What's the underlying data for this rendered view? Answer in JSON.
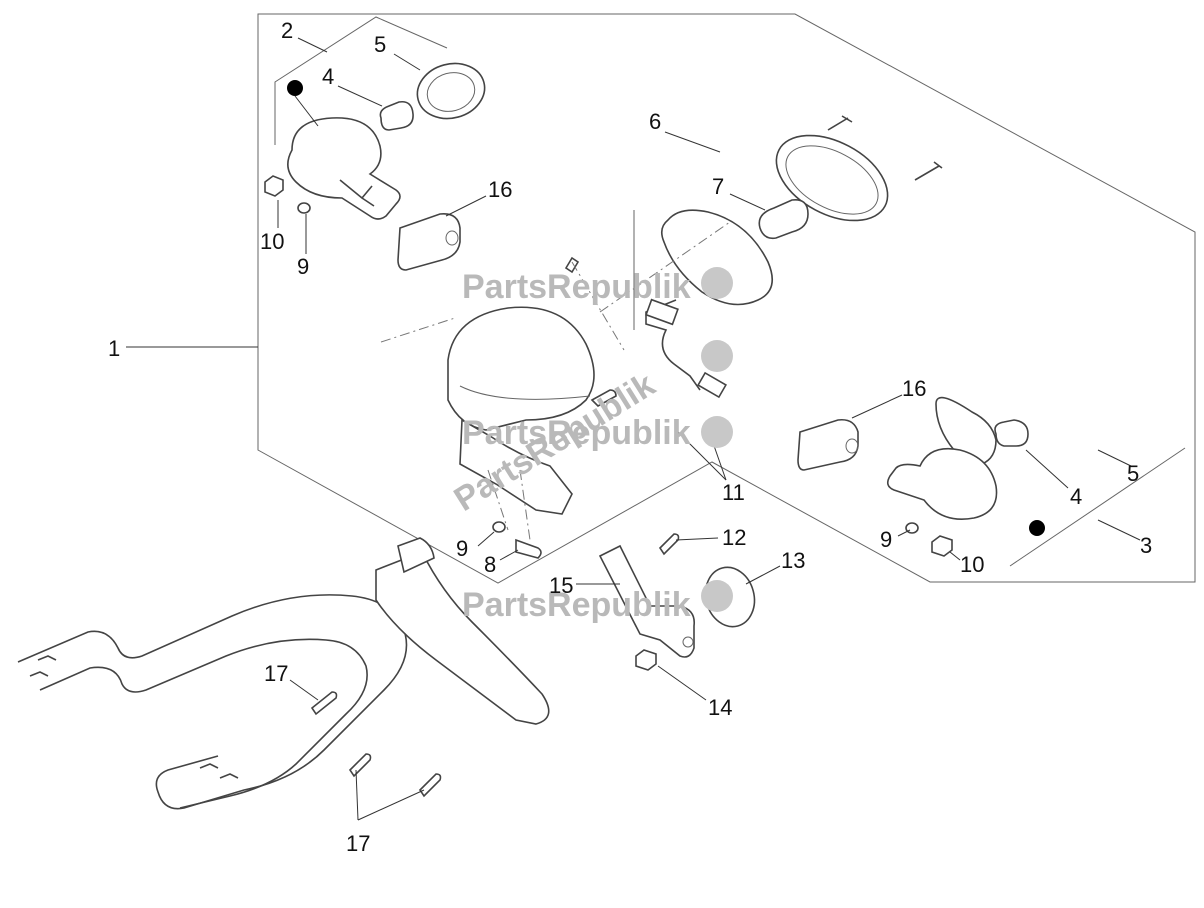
{
  "callouts": [
    {
      "id": "c1",
      "label": "1"
    },
    {
      "id": "c2",
      "label": "2"
    },
    {
      "id": "c3",
      "label": "3"
    },
    {
      "id": "c4a",
      "label": "4"
    },
    {
      "id": "c4b",
      "label": "4"
    },
    {
      "id": "c5a",
      "label": "5"
    },
    {
      "id": "c5b",
      "label": "5"
    },
    {
      "id": "c6",
      "label": "6"
    },
    {
      "id": "c7",
      "label": "7"
    },
    {
      "id": "c8",
      "label": "8"
    },
    {
      "id": "c9a",
      "label": "9"
    },
    {
      "id": "c9b",
      "label": "9"
    },
    {
      "id": "c9c",
      "label": "9"
    },
    {
      "id": "c10a",
      "label": "10"
    },
    {
      "id": "c10b",
      "label": "10"
    },
    {
      "id": "c11",
      "label": "11"
    },
    {
      "id": "c12",
      "label": "12"
    },
    {
      "id": "c13",
      "label": "13"
    },
    {
      "id": "c14",
      "label": "14"
    },
    {
      "id": "c15",
      "label": "15"
    },
    {
      "id": "c16a",
      "label": "16"
    },
    {
      "id": "c16b",
      "label": "16"
    },
    {
      "id": "c17a",
      "label": "17"
    },
    {
      "id": "c17b",
      "label": "17"
    }
  ],
  "watermark": {
    "text": "PartsRepublik",
    "icon": "gear-icon",
    "color": "#b9b9b9"
  }
}
